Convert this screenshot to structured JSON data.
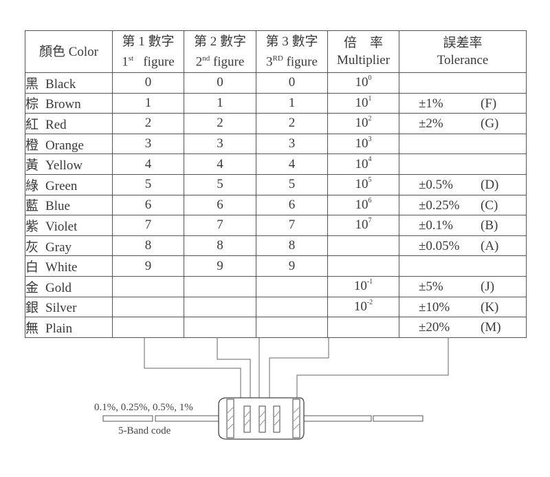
{
  "headers": {
    "color": "顏色 Color",
    "d1_zh": "第 1 數字",
    "d1_en_base": "1",
    "d1_en_sup": "st",
    "d1_en_rest": "figure",
    "d2_zh": "第 2 數字",
    "d2_en_base": "2",
    "d2_en_sup": "nd",
    "d2_en_rest": "figure",
    "d3_zh": "第 3 數字",
    "d3_en_base": "3",
    "d3_en_sup": "RD",
    "d3_en_rest": "figure",
    "mult_zh": "倍　率",
    "mult_en": "Multiplier",
    "tol_zh": "誤差率",
    "tol_en": "Tolerance"
  },
  "rows": [
    {
      "zh": "黑",
      "en": "Black",
      "d1": "0",
      "d2": "0",
      "d3": "0",
      "mult_base": "10",
      "mult_exp": "0",
      "tol": "",
      "tol_code": ""
    },
    {
      "zh": "棕",
      "en": "Brown",
      "d1": "1",
      "d2": "1",
      "d3": "1",
      "mult_base": "10",
      "mult_exp": "1",
      "tol": "±1%",
      "tol_code": "(F)"
    },
    {
      "zh": "紅",
      "en": "Red",
      "d1": "2",
      "d2": "2",
      "d3": "2",
      "mult_base": "10",
      "mult_exp": "2",
      "tol": "±2%",
      "tol_code": "(G)"
    },
    {
      "zh": "橙",
      "en": "Orange",
      "d1": "3",
      "d2": "3",
      "d3": "3",
      "mult_base": "10",
      "mult_exp": "3",
      "tol": "",
      "tol_code": ""
    },
    {
      "zh": "黃",
      "en": "Yellow",
      "d1": "4",
      "d2": "4",
      "d3": "4",
      "mult_base": "10",
      "mult_exp": "4",
      "tol": "",
      "tol_code": ""
    },
    {
      "zh": "綠",
      "en": "Green",
      "d1": "5",
      "d2": "5",
      "d3": "5",
      "mult_base": "10",
      "mult_exp": "5",
      "tol": "±0.5%",
      "tol_code": "(D)"
    },
    {
      "zh": "藍",
      "en": "Blue",
      "d1": "6",
      "d2": "6",
      "d3": "6",
      "mult_base": "10",
      "mult_exp": "6",
      "tol": "±0.25%",
      "tol_code": "(C)"
    },
    {
      "zh": "紫",
      "en": "Violet",
      "d1": "7",
      "d2": "7",
      "d3": "7",
      "mult_base": "10",
      "mult_exp": "7",
      "tol": "±0.1%",
      "tol_code": "(B)"
    },
    {
      "zh": "灰",
      "en": "Gray",
      "d1": "8",
      "d2": "8",
      "d3": "8",
      "mult_base": "",
      "mult_exp": "",
      "tol": "±0.05%",
      "tol_code": "(A)"
    },
    {
      "zh": "白",
      "en": "White",
      "d1": "9",
      "d2": "9",
      "d3": "9",
      "mult_base": "",
      "mult_exp": "",
      "tol": "",
      "tol_code": ""
    },
    {
      "zh": "金",
      "en": "Gold",
      "d1": "",
      "d2": "",
      "d3": "",
      "mult_base": "10",
      "mult_exp": "-1",
      "tol": "±5%",
      "tol_code": "(J)"
    },
    {
      "zh": "銀",
      "en": "Silver",
      "d1": "",
      "d2": "",
      "d3": "",
      "mult_base": "10",
      "mult_exp": "-2",
      "tol": "±10%",
      "tol_code": "(K)"
    },
    {
      "zh": "無",
      "en": "Plain",
      "d1": "",
      "d2": "",
      "d3": "",
      "mult_base": "",
      "mult_exp": "",
      "tol": "±20%",
      "tol_code": "(M)"
    }
  ],
  "diagram": {
    "tolerance_label": "0.1%, 0.25%, 0.5%, 1%",
    "code_label": "5-Band code"
  }
}
